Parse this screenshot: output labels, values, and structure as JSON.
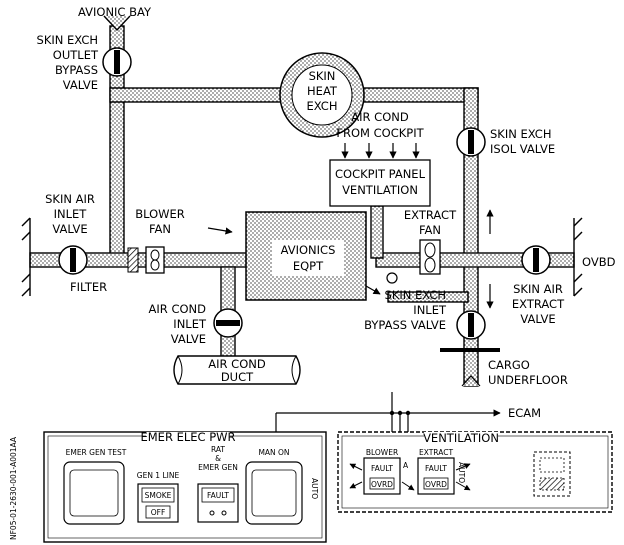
{
  "labels": {
    "avionic_bay": "AVIONIC BAY",
    "skin_exch_outlet_bypass_valve": [
      "SKIN EXCH",
      "OUTLET",
      "BYPASS",
      "VALVE"
    ],
    "skin_heat_exch": [
      "SKIN",
      "HEAT",
      "EXCH"
    ],
    "air_cond_from_cockpit": [
      "AIR COND",
      "FROM COCKPIT"
    ],
    "cockpit_panel_ventilation": [
      "COCKPIT PANEL",
      "VENTILATION"
    ],
    "skin_exch_isol_valve": [
      "SKIN EXCH",
      "ISOL VALVE"
    ],
    "skin_air_inlet_valve": [
      "SKIN AIR",
      "INLET",
      "VALVE"
    ],
    "blower_fan": [
      "BLOWER",
      "FAN"
    ],
    "avionics_eqpt": [
      "AVIONICS",
      "EQPT"
    ],
    "extract_fan": [
      "EXTRACT",
      "FAN"
    ],
    "ovbd": "OVBD",
    "filter": "FILTER",
    "skin_air_extract_valve": [
      "SKIN AIR",
      "EXTRACT",
      "VALVE"
    ],
    "air_cond_inlet_valve": [
      "AIR COND",
      "INLET",
      "VALVE"
    ],
    "skin_exch_inlet_bypass_valve": [
      "SKIN EXCH",
      "INLET",
      "BYPASS VALVE"
    ],
    "air_cond_duct": [
      "AIR COND",
      "DUCT"
    ],
    "cargo_underfloor": [
      "CARGO",
      "UNDERFLOOR"
    ],
    "ecam": "ECAM",
    "figure_ref": "NF05-01-2630-001-A001AA"
  },
  "emer_elec_panel": {
    "title": "EMER ELEC PWR",
    "emer_gen_test": "EMER GEN TEST",
    "gen1_line": "GEN 1 LINE",
    "smoke": "SMOKE",
    "off": "OFF",
    "rat_emer_gen": [
      "RAT",
      "&",
      "EMER GEN"
    ],
    "fault": "FAULT",
    "man_on": "MAN ON",
    "auto": "AUTO"
  },
  "ventilation_panel": {
    "title": "VENTILATION",
    "blower": "BLOWER",
    "extract": "EXTRACT",
    "fault": "FAULT",
    "ovrd": "OVRD",
    "a_mark": "A",
    "auto": "AUTO"
  }
}
